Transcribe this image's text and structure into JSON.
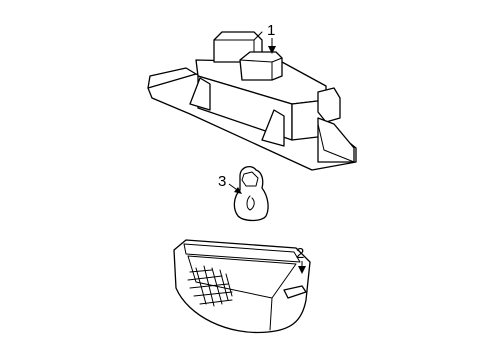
{
  "callouts": [
    {
      "id": "1",
      "label": "1"
    },
    {
      "id": "2",
      "label": "2"
    },
    {
      "id": "3",
      "label": "3"
    }
  ],
  "line_color": "#000000",
  "background": "#ffffff"
}
